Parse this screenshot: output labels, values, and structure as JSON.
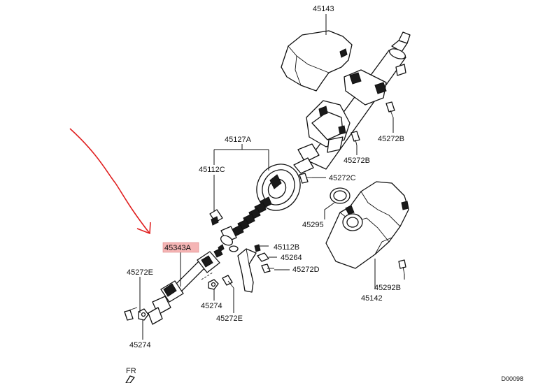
{
  "labels": {
    "p45143": "45143",
    "p45127A": "45127A",
    "p45112C": "45112C",
    "p45272C": "45272C",
    "p45272B_top": "45272B",
    "p45272B_mid": "45272B",
    "p45295": "45295",
    "p45343A": "45343A",
    "p45112B": "45112B",
    "p45264": "45264",
    "p45272D": "45272D",
    "p45272E_left": "45272E",
    "p45272E_mid": "45272E",
    "p45274_left": "45274",
    "p45274_mid": "45274",
    "p45142": "45142",
    "p45292B": "45292B",
    "fr": "FR",
    "code": "D00098"
  },
  "colors": {
    "highlight_fill": "#f5b5b5",
    "annotation_arrow": "#e02020",
    "line": "#111111"
  }
}
